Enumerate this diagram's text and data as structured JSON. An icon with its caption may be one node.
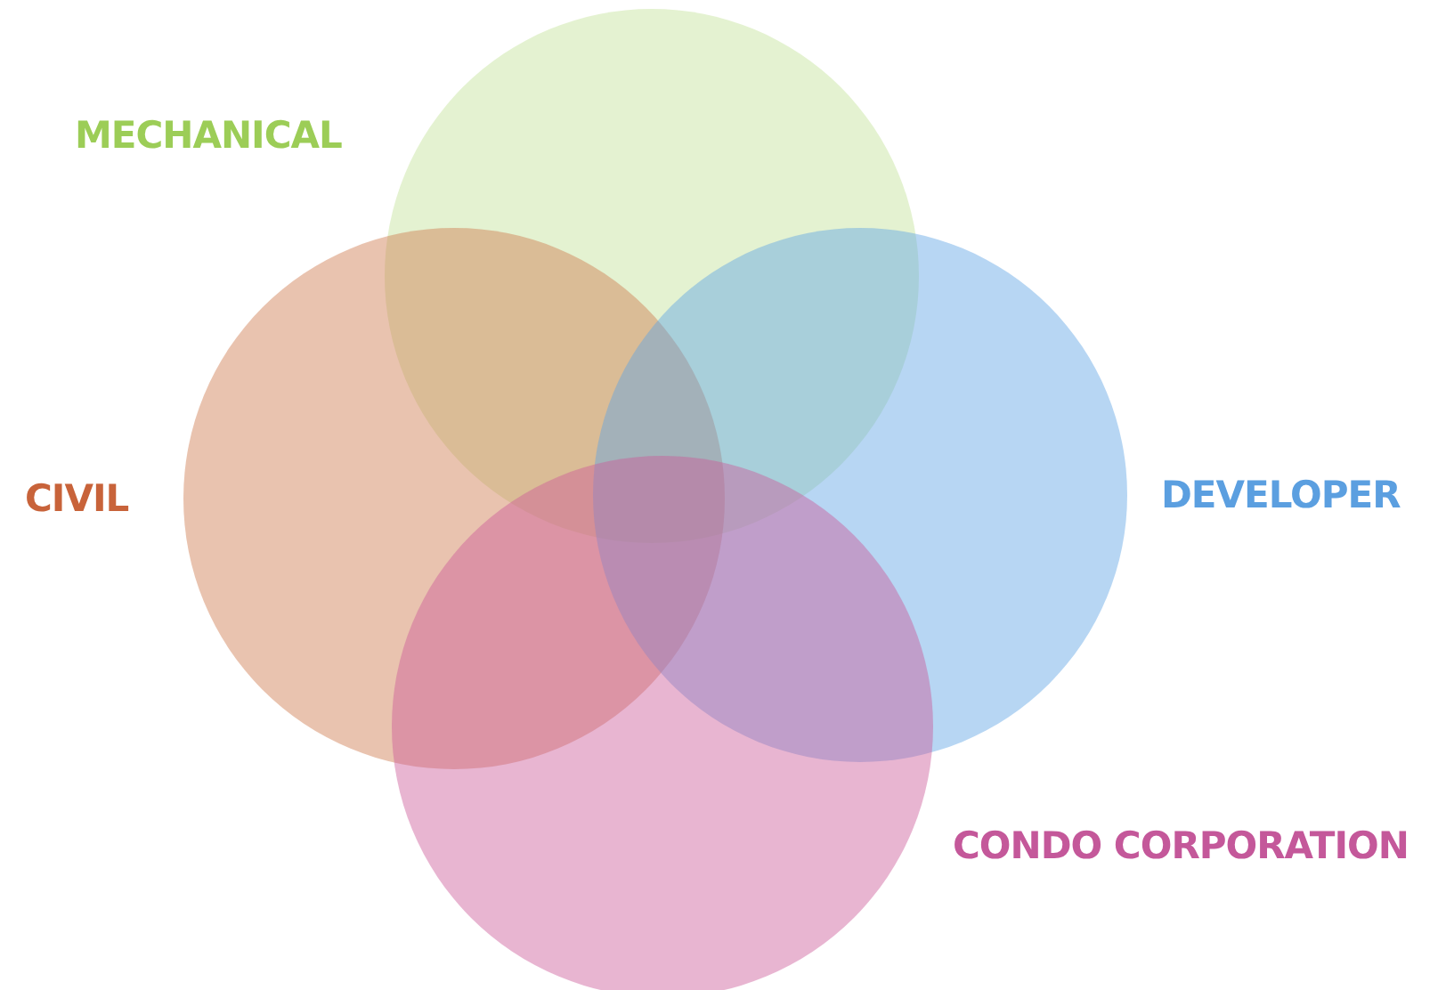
{
  "diagram": {
    "nodes": [
      {
        "text": [
          "MECHANICAL"
        ]
      },
      {
        "text": [
          "CIVIL"
        ]
      },
      {
        "text": [
          "DEVELOPER"
        ]
      },
      {
        "text": [
          "CONDO CORPORATION"
        ]
      }
    ]
  }
}
